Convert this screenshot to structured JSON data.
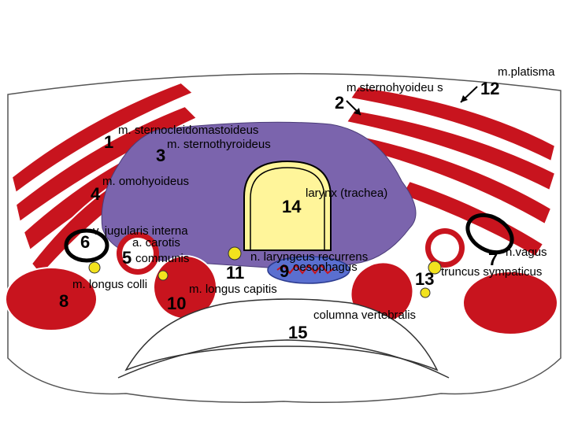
{
  "colors": {
    "muscle": "#c8141e",
    "muscle_edge": "#ffffff",
    "visceral_fascia": "#7b64ad",
    "larynx_fill": "#fff59a",
    "esophagus_fill": "#5a6fd0",
    "nerve": "#f2e21e",
    "vessel_outline": "#000000",
    "artery_ring": "#c8141e",
    "vertebra_fill": "#ffffff"
  },
  "labels": {
    "sternohyoideus": "m.sternohyoideu s",
    "platisma": "m.platisma",
    "sternocleidomastoideus": "m. sternocleidomastoideus",
    "sternothyroideus": "m. sternothyroideus",
    "omohyoideus": "m. omohyoideus",
    "larynx": "larynx (trachea)",
    "jugularis": "v. jugularis interna",
    "carotis": "a. carotis",
    "communis": "communis",
    "laryngeus": "n. laryngeus recurrens",
    "oesophagus": "oesophagus",
    "vagus": "n.vagus",
    "sympaticus": "truncus sympaticus",
    "longus_colli": "m. longus colli",
    "longus_capitis": "m. longus capitis",
    "columna": "columna vertebralis"
  },
  "numbers": {
    "n1": "1",
    "n2": "2",
    "n3": "3",
    "n4": "4",
    "n5": "5",
    "n6": "6",
    "n7": "7",
    "n8": "8",
    "n9": "9",
    "n10": "10",
    "n11": "11",
    "n12": "12",
    "n13": "13",
    "n14": "14",
    "n15": "15"
  }
}
